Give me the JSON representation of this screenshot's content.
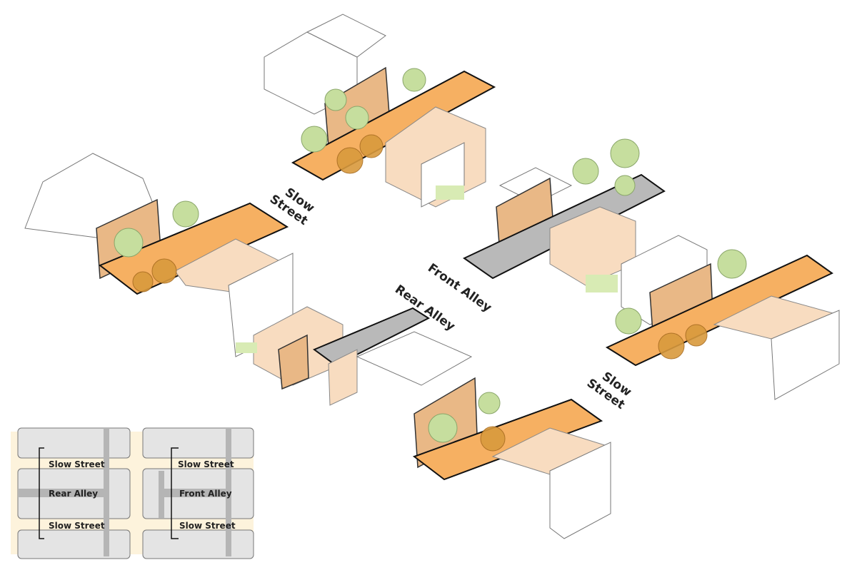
{
  "diagram": {
    "labels": {
      "slow_street_upper": [
        "Slow",
        "Street"
      ],
      "front_alley": "Front Alley",
      "rear_alley": "Rear Alley",
      "slow_street_lower": [
        "Slow",
        "Street"
      ]
    },
    "colors": {
      "street": "#f6b062",
      "alley": "#b9b9b9",
      "facade": "#e9b886",
      "tree": "#c6de9e"
    }
  },
  "inset_map": {
    "left": {
      "top_street": "Slow Street",
      "alley": "Rear Alley",
      "bottom_street": "Slow Street"
    },
    "right": {
      "top_street": "Slow Street",
      "alley": "Front Alley",
      "bottom_street": "Slow Street"
    },
    "background": "#fdf3dc"
  }
}
